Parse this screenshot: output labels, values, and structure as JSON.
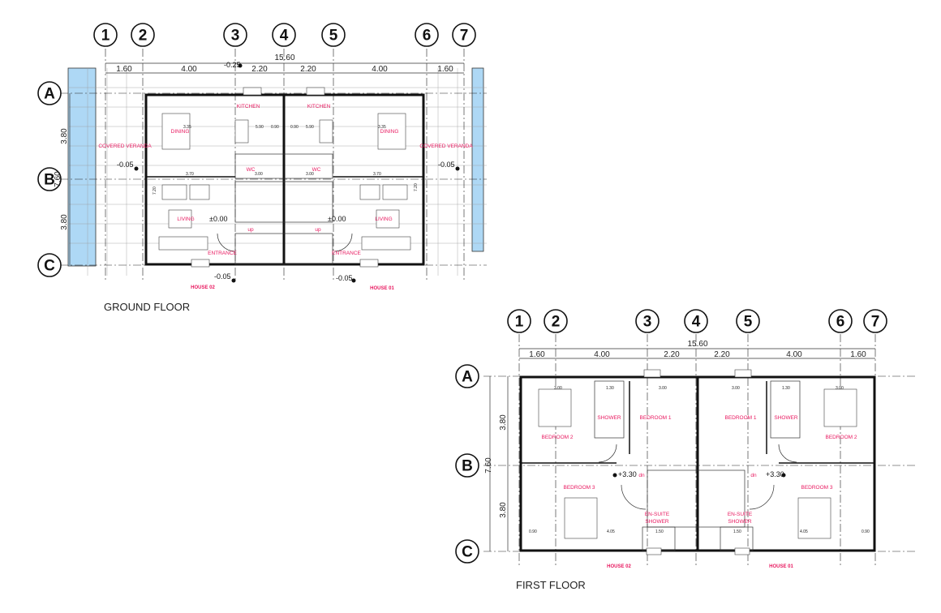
{
  "ground_floor": {
    "caption": "GROUND FLOOR",
    "grid_columns": [
      "1",
      "2",
      "3",
      "4",
      "5",
      "6",
      "7"
    ],
    "grid_rows": [
      "A",
      "B",
      "C"
    ],
    "total_width": "15.60",
    "column_dims": [
      "1.60",
      "4.00",
      "2.20",
      "2.20",
      "4.00",
      "1.60"
    ],
    "row_dims": [
      "3.80",
      "3.80"
    ],
    "total_depth": "7.60",
    "levels": {
      "top_step": "-0.25",
      "veranda_left": "-0.05",
      "veranda_right": "-0.05",
      "floor_left": "±0.00",
      "floor_right": "±0.00",
      "entrance_left": "-0.05",
      "entrance_right": "-0.05"
    },
    "rooms": {
      "kitchen_left": "KITCHEN",
      "kitchen_right": "KITCHEN",
      "dining_left": "DINING",
      "dining_right": "DINING",
      "wc_left": "WC",
      "wc_right": "WC",
      "veranda_left": "COVERED VERANDA",
      "veranda_right": "COVERED VERANDA",
      "living_left": "LIVING",
      "living_right": "LIVING",
      "entrance_left": "ENTRANCE",
      "entrance_right": "ENTRANCE",
      "up_left": "up",
      "up_right": "up"
    },
    "houses": {
      "left": "HOUSE 02",
      "right": "HOUSE 01"
    },
    "inner_dims": {
      "d_590_l": "5.90",
      "d_590_r": "5.90",
      "d_090_l": "0.90",
      "d_090_r": "0.90",
      "d_335_l": "3.35",
      "d_335_r": "3.35",
      "d_370_l": "3.70",
      "d_370_r": "3.70",
      "d_300_l": "3.00",
      "d_300_r": "3.00",
      "d_720_l": "7.20",
      "d_720_r": "7.20"
    }
  },
  "first_floor": {
    "caption": "FIRST FLOOR",
    "grid_columns": [
      "1",
      "2",
      "3",
      "4",
      "5",
      "6",
      "7"
    ],
    "grid_rows": [
      "A",
      "B",
      "C"
    ],
    "total_width": "15.60",
    "column_dims": [
      "1.60",
      "4.00",
      "2.20",
      "2.20",
      "4.00",
      "1.60"
    ],
    "row_dims": [
      "3.80",
      "3.80"
    ],
    "total_depth": "7.60",
    "levels": {
      "left": "+3.30",
      "right": "+3.30"
    },
    "rooms": {
      "bedroom2_left": "BEDROOM 2",
      "bedroom2_right": "BEDROOM 2",
      "shower_left": "SHOWER",
      "shower_right": "SHOWER",
      "bedroom1_left": "BEDROOM 1",
      "bedroom1_right": "BEDROOM 1",
      "bedroom3_left": "BEDROOM 3",
      "bedroom3_right": "BEDROOM 3",
      "ensuite_left_1": "EN-SUITE",
      "ensuite_left_2": "SHOWER",
      "ensuite_right_1": "EN-SUITE",
      "ensuite_right_2": "SHOWER",
      "dn_left": "dn",
      "dn_right": "dn"
    },
    "houses": {
      "left": "HOUSE 02",
      "right": "HOUSE 01"
    },
    "inner_dims": {
      "d_300_a": "3.00",
      "d_300_b": "3.00",
      "d_300_c": "3.00",
      "d_300_d": "3.00",
      "d_130_l": "1.30",
      "d_130_r": "1.30",
      "d_405_l": "4.05",
      "d_405_r": "4.05",
      "d_150_l": "1.50",
      "d_150_r": "1.50",
      "d_090_l": "0.90",
      "d_090_r": "0.90"
    }
  },
  "colors": {
    "room_text": "#e8185f",
    "pool": "#aed8f5",
    "lines": "#111111"
  }
}
